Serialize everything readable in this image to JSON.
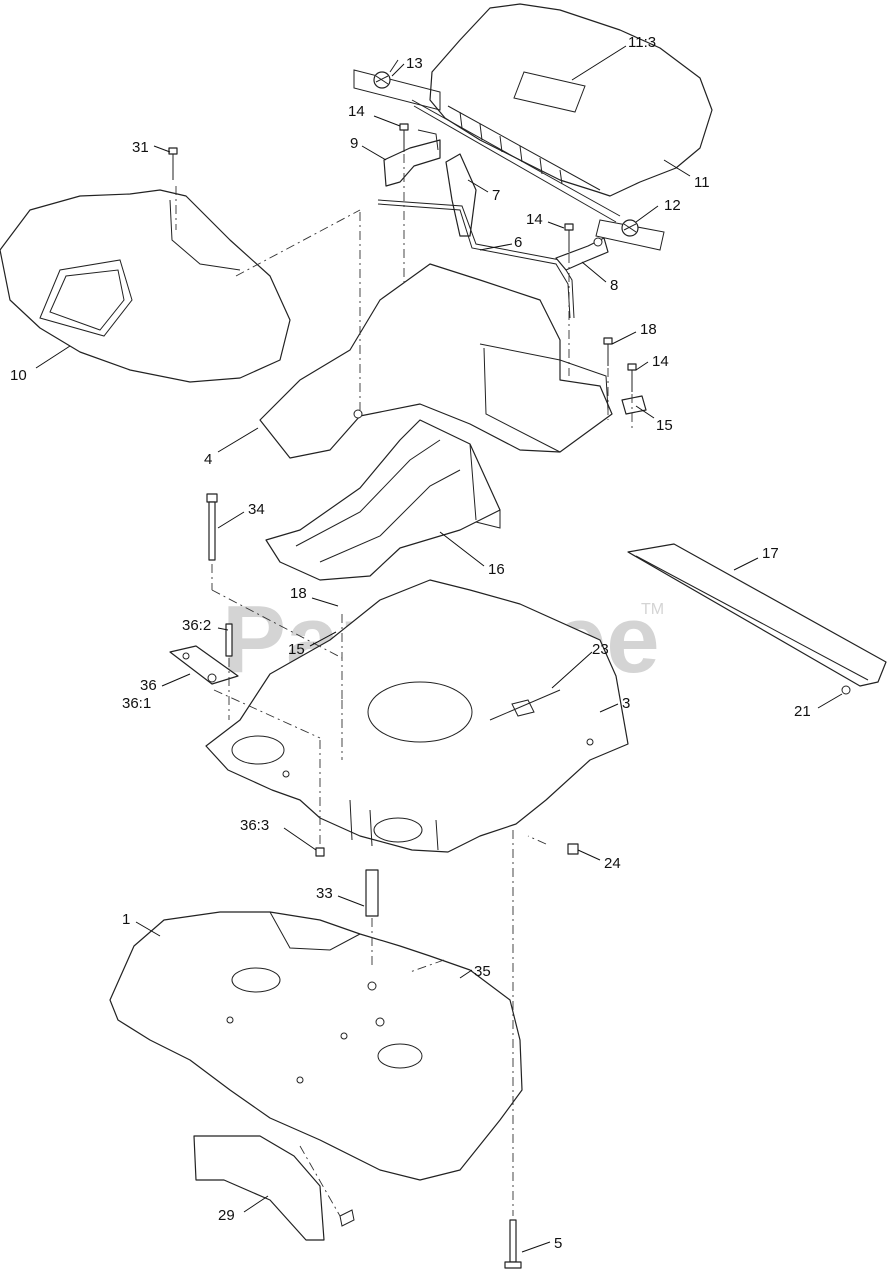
{
  "diagram": {
    "watermark": "PartsTree",
    "watermark_mark": "TM",
    "callouts": [
      {
        "id": "c-13",
        "label": "13"
      },
      {
        "id": "c-11-3",
        "label": "11:3"
      },
      {
        "id": "c-14a",
        "label": "14"
      },
      {
        "id": "c-9",
        "label": "9"
      },
      {
        "id": "c-31",
        "label": "31"
      },
      {
        "id": "c-7",
        "label": "7"
      },
      {
        "id": "c-11",
        "label": "11"
      },
      {
        "id": "c-12",
        "label": "12"
      },
      {
        "id": "c-14b",
        "label": "14"
      },
      {
        "id": "c-6",
        "label": "6"
      },
      {
        "id": "c-8",
        "label": "8"
      },
      {
        "id": "c-10",
        "label": "10"
      },
      {
        "id": "c-18a",
        "label": "18"
      },
      {
        "id": "c-14c",
        "label": "14"
      },
      {
        "id": "c-15a",
        "label": "15"
      },
      {
        "id": "c-4",
        "label": "4"
      },
      {
        "id": "c-34",
        "label": "34"
      },
      {
        "id": "c-16",
        "label": "16"
      },
      {
        "id": "c-17",
        "label": "17"
      },
      {
        "id": "c-18b",
        "label": "18"
      },
      {
        "id": "c-36-2",
        "label": "36:2"
      },
      {
        "id": "c-15b",
        "label": "15"
      },
      {
        "id": "c-23",
        "label": "23"
      },
      {
        "id": "c-36",
        "label": "36"
      },
      {
        "id": "c-36-1",
        "label": "36:1"
      },
      {
        "id": "c-3",
        "label": "3"
      },
      {
        "id": "c-21",
        "label": "21"
      },
      {
        "id": "c-36-3",
        "label": "36:3"
      },
      {
        "id": "c-24",
        "label": "24"
      },
      {
        "id": "c-33",
        "label": "33"
      },
      {
        "id": "c-1",
        "label": "1"
      },
      {
        "id": "c-35",
        "label": "35"
      },
      {
        "id": "c-29",
        "label": "29"
      },
      {
        "id": "c-5",
        "label": "5"
      }
    ]
  }
}
